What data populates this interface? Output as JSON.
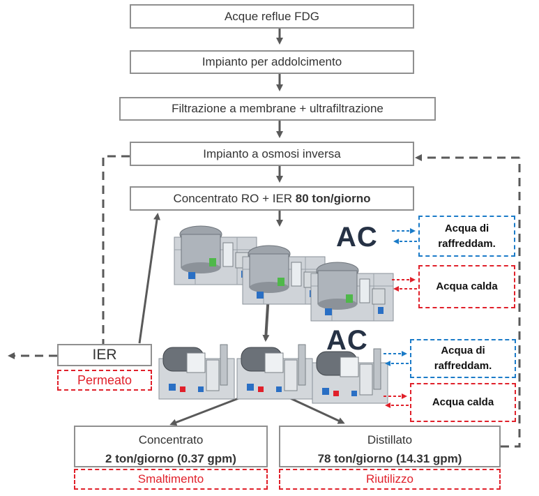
{
  "steps": {
    "fdg": "Acque reflue FDG",
    "softening": "Impianto per addolcimento",
    "membrane": "Filtrazione a membrane + ultrafiltrazione",
    "ro": "Impianto a osmosi inversa",
    "concentrate_prefix": "Concentrato RO + IER ",
    "concentrate_amount": "80 ton/giorno"
  },
  "ac_label": "AC",
  "utilities": {
    "cooling": "Acqua di raffreddam.",
    "hot": "Acqua calda"
  },
  "ier": {
    "label": "IER",
    "permeate": "Permeato"
  },
  "outputs": {
    "concentrate_title": "Concentrato",
    "concentrate_amount": "2 ton/giorno (0.37 gpm)",
    "concentrate_dest": "Smaltimento",
    "distillate_title": "Distillato",
    "distillate_amount": "78 ton/giorno (14.31 gpm)",
    "distillate_dest": "Riutilizzo"
  },
  "colors": {
    "arrow": "#595959",
    "box_border": "#8f8f8f",
    "red": "#e0202a",
    "blue": "#1b7bc8",
    "ac_text": "#263245"
  },
  "icons": [
    "evaporator-unit-icon",
    "crystallizer-unit-icon"
  ]
}
